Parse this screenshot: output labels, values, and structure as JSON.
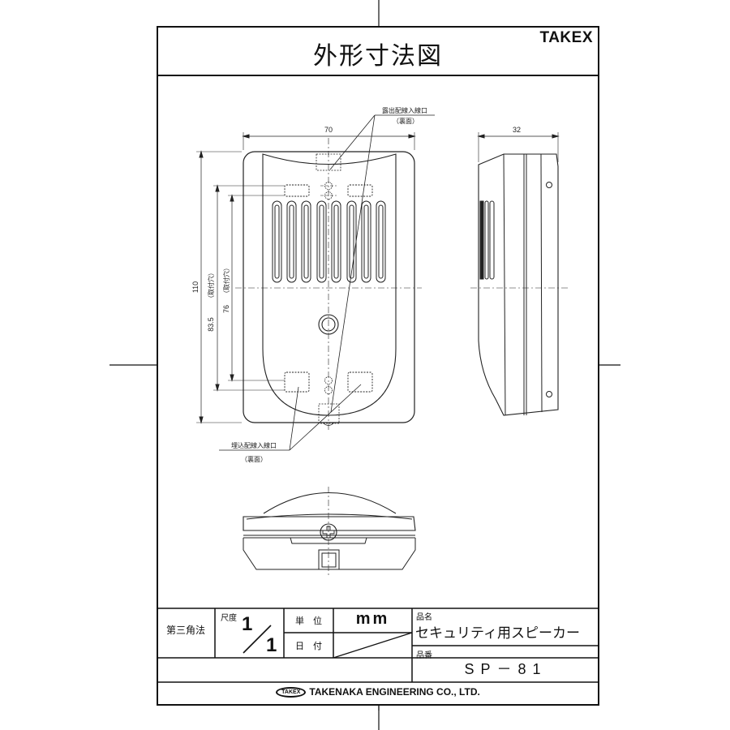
{
  "header": {
    "title": "外形寸法図",
    "brand": "TAKEX"
  },
  "drawing": {
    "front_view": {
      "width_dim": "70",
      "height_dim": "110",
      "mount_outer_dim": "83.5",
      "mount_outer_note": "（取付穴）",
      "mount_inner_dim": "76",
      "mount_inner_note": "（取付穴）",
      "surface_wiring_label": "露出配線入線口",
      "surface_wiring_note": "（裏面）",
      "embedded_wiring_label": "埋込配線入線口",
      "embedded_wiring_note": "（裏面）",
      "grille_slots": 8
    },
    "side_view": {
      "depth_dim": "32"
    }
  },
  "title_block": {
    "projection": "第三角法",
    "scale_label": "尺度",
    "scale_num": "1",
    "scale_den": "1",
    "unit_label": "単　位",
    "unit_value": "mm",
    "date_label": "日　付",
    "date_value": "",
    "product_name_label": "品名",
    "product_name": "セキュリティ用スピーカー",
    "product_code_label": "品番",
    "product_code": "SP－81",
    "company_logo": "TAKEX",
    "company_name": "TAKENAKA ENGINEERING CO., LTD."
  }
}
